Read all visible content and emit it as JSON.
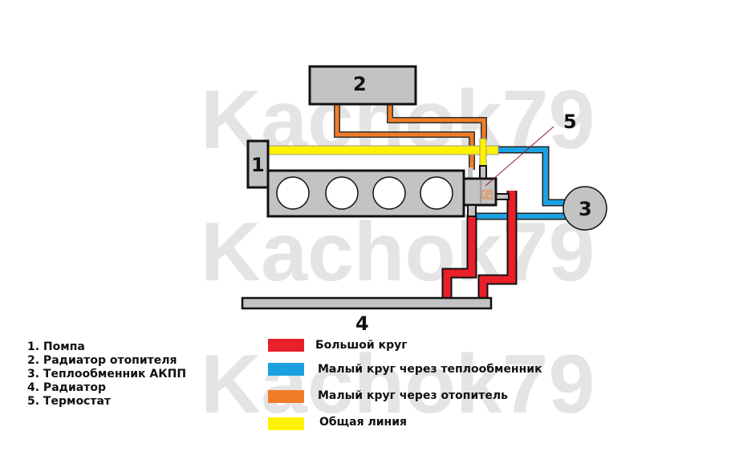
{
  "watermark": "Kachok79",
  "labels": {
    "pump": "1",
    "heater_radiator": "2",
    "atf_exchanger": "3",
    "radiator": "4",
    "thermostat": "5"
  },
  "list": [
    "1. Помпа",
    "2. Радиатор отопителя",
    "3. Теплообменник АКПП",
    "4. Радиатор",
    "5. Термостат"
  ],
  "legend": [
    {
      "label": "Большой круг",
      "color": "#e8202a"
    },
    {
      "label": "Малый круг через теплообменник",
      "color": "#1ba1e2"
    },
    {
      "label": "Малый круг через отопитель",
      "color": "#f07c28"
    },
    {
      "label": "Общая линия",
      "color": "#fff200"
    }
  ]
}
